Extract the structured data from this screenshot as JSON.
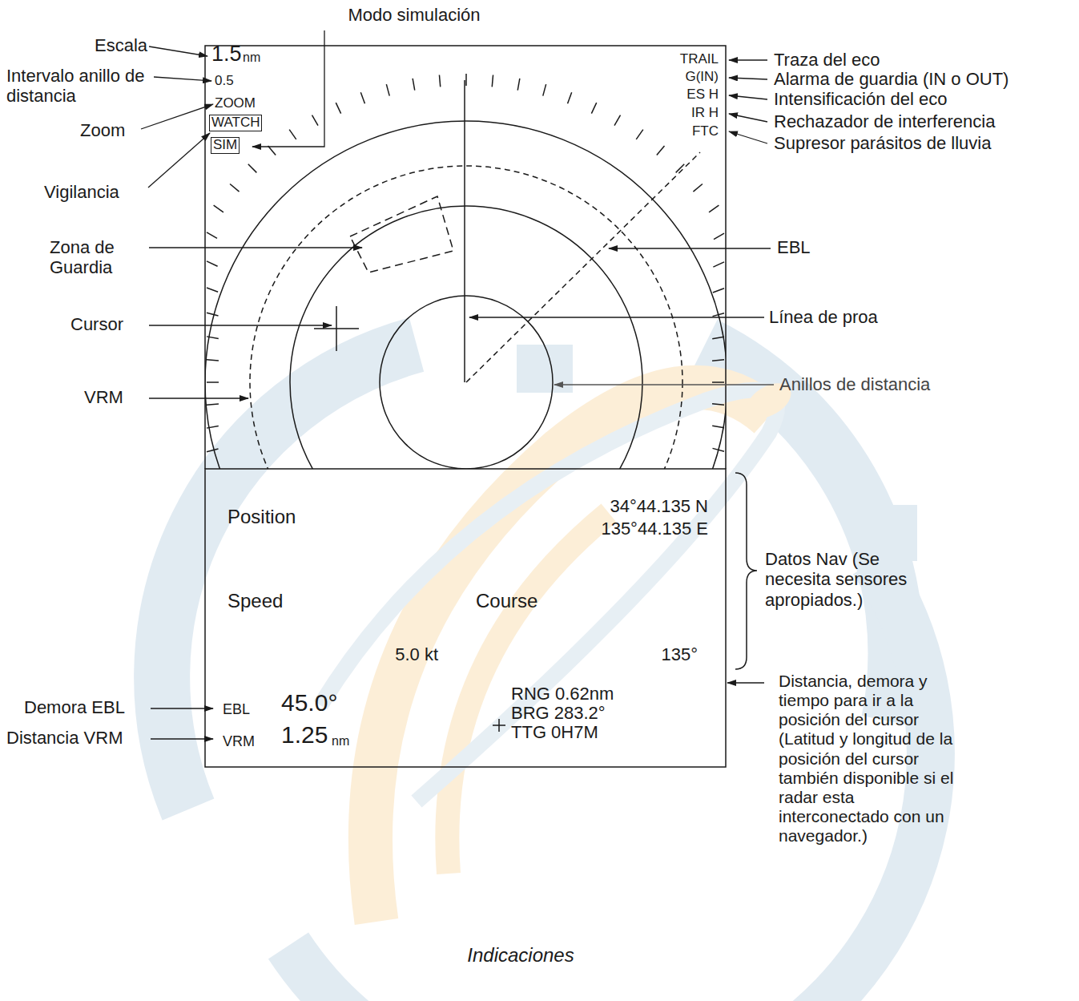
{
  "diagram": {
    "caption": "Indicaciones",
    "nodes": [
      {
        "text": [
          "Position",
          "34°44.135 N",
          "135°44.135 E"
        ]
      },
      {
        "text": [
          "Speed",
          "5.0 kt"
        ]
      },
      {
        "text": [
          "Course",
          "135°"
        ]
      },
      {
        "text": [
          "EBL",
          "45.0°",
          "VRM",
          "1.25",
          "nm"
        ]
      },
      {
        "text": [
          "RNG 0.62nm",
          "BRG 283.2°",
          "TTG 0H7M"
        ]
      }
    ],
    "labels": [
      "1.5",
      "nm",
      "0.5",
      "ZOOM",
      "WATCH",
      "SIM",
      "TRAIL",
      "G(IN)",
      "ES H",
      "IR H",
      "FTC",
      "Modo simulación",
      "Escala",
      "Intervalo anillo de distancia",
      "Zoom",
      "Vigilancia",
      "Zona de Guardia",
      "Cursor",
      "VRM",
      "Traza del eco",
      "Alarma de guardia (IN o OUT)",
      "Intensificación del eco",
      "Rechazador de interferencia",
      "Supresor parásitos de lluvia",
      "EBL",
      "Línea de proa",
      "Anillos de distancia",
      "Datos Nav (Se necesita sensores apropiados.)",
      "Demora EBL",
      "Distancia VRM",
      "Distancia, demora y tiempo para ir a la posición del cursor (Latitud y longitud de la posición del cursor también disponible si el radar esta interconectado con un navegador.)"
    ]
  }
}
